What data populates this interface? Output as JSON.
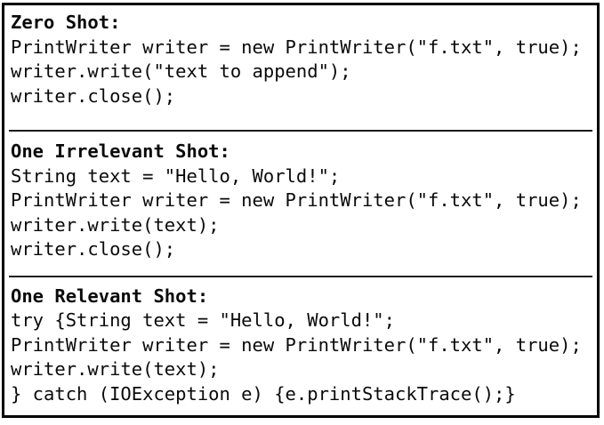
{
  "figure": {
    "colors": {
      "background": "#ffffff",
      "border": "#000000",
      "divider": "#1a1a1a",
      "text": "#0a0a0a"
    },
    "sections": [
      {
        "title": "Zero Shot:",
        "lines": [
          "PrintWriter writer = new PrintWriter(\"f.txt\", true);",
          "writer.write(\"text to append\");",
          "writer.close();"
        ]
      },
      {
        "title": "One Irrelevant Shot:",
        "lines": [
          "String text = \"Hello, World!\";",
          "PrintWriter writer = new PrintWriter(\"f.txt\", true);",
          "writer.write(text);",
          "writer.close();"
        ]
      },
      {
        "title": "One Relevant Shot:",
        "lines": [
          "try {String text = \"Hello, World!\";",
          "PrintWriter writer = new PrintWriter(\"f.txt\", true);",
          "writer.write(text);",
          "} catch (IOException e) {e.printStackTrace();}"
        ]
      }
    ]
  }
}
